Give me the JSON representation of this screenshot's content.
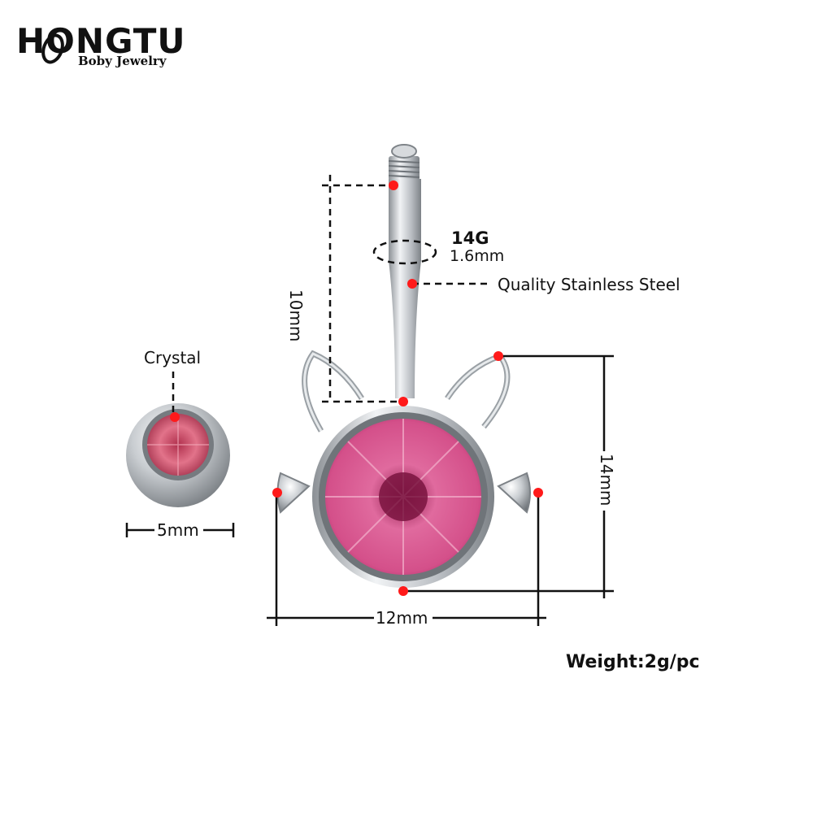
{
  "brand": {
    "name": "HONGTU",
    "tagline": "Boby Jewelry"
  },
  "labels": {
    "gauge": "14G",
    "gauge_mm": "1.6mm",
    "material": "Quality Stainless Steel",
    "crystal": "Crystal",
    "ball_diameter": "5mm",
    "bar_length": "10mm",
    "head_height": "14mm",
    "head_width": "12mm",
    "weight": "Weight:2g/pc"
  },
  "colors": {
    "marker": "#ff1a1a",
    "gem": "#d9558f",
    "steel": "#b8bcc0"
  }
}
